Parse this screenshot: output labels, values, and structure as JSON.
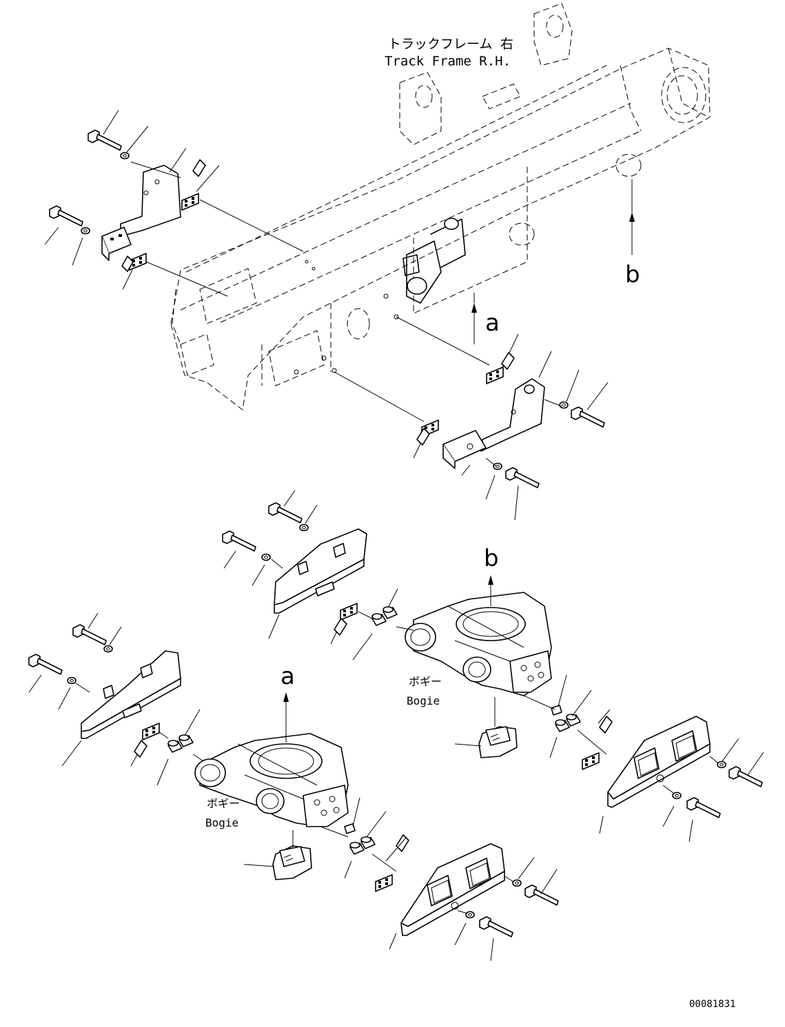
{
  "frame_label": {
    "jp": "トラックフレーム 右",
    "en": "Track Frame R.H."
  },
  "bogie_label_upper": {
    "jp": "ボギー",
    "en": "Bogie"
  },
  "bogie_label_lower": {
    "jp": "ボギー",
    "en": "Bogie"
  },
  "ref_a_frame": "a",
  "ref_b_frame": "b",
  "ref_a_bogie": "a",
  "ref_b_bogie": "b",
  "doc_id": "00081831"
}
